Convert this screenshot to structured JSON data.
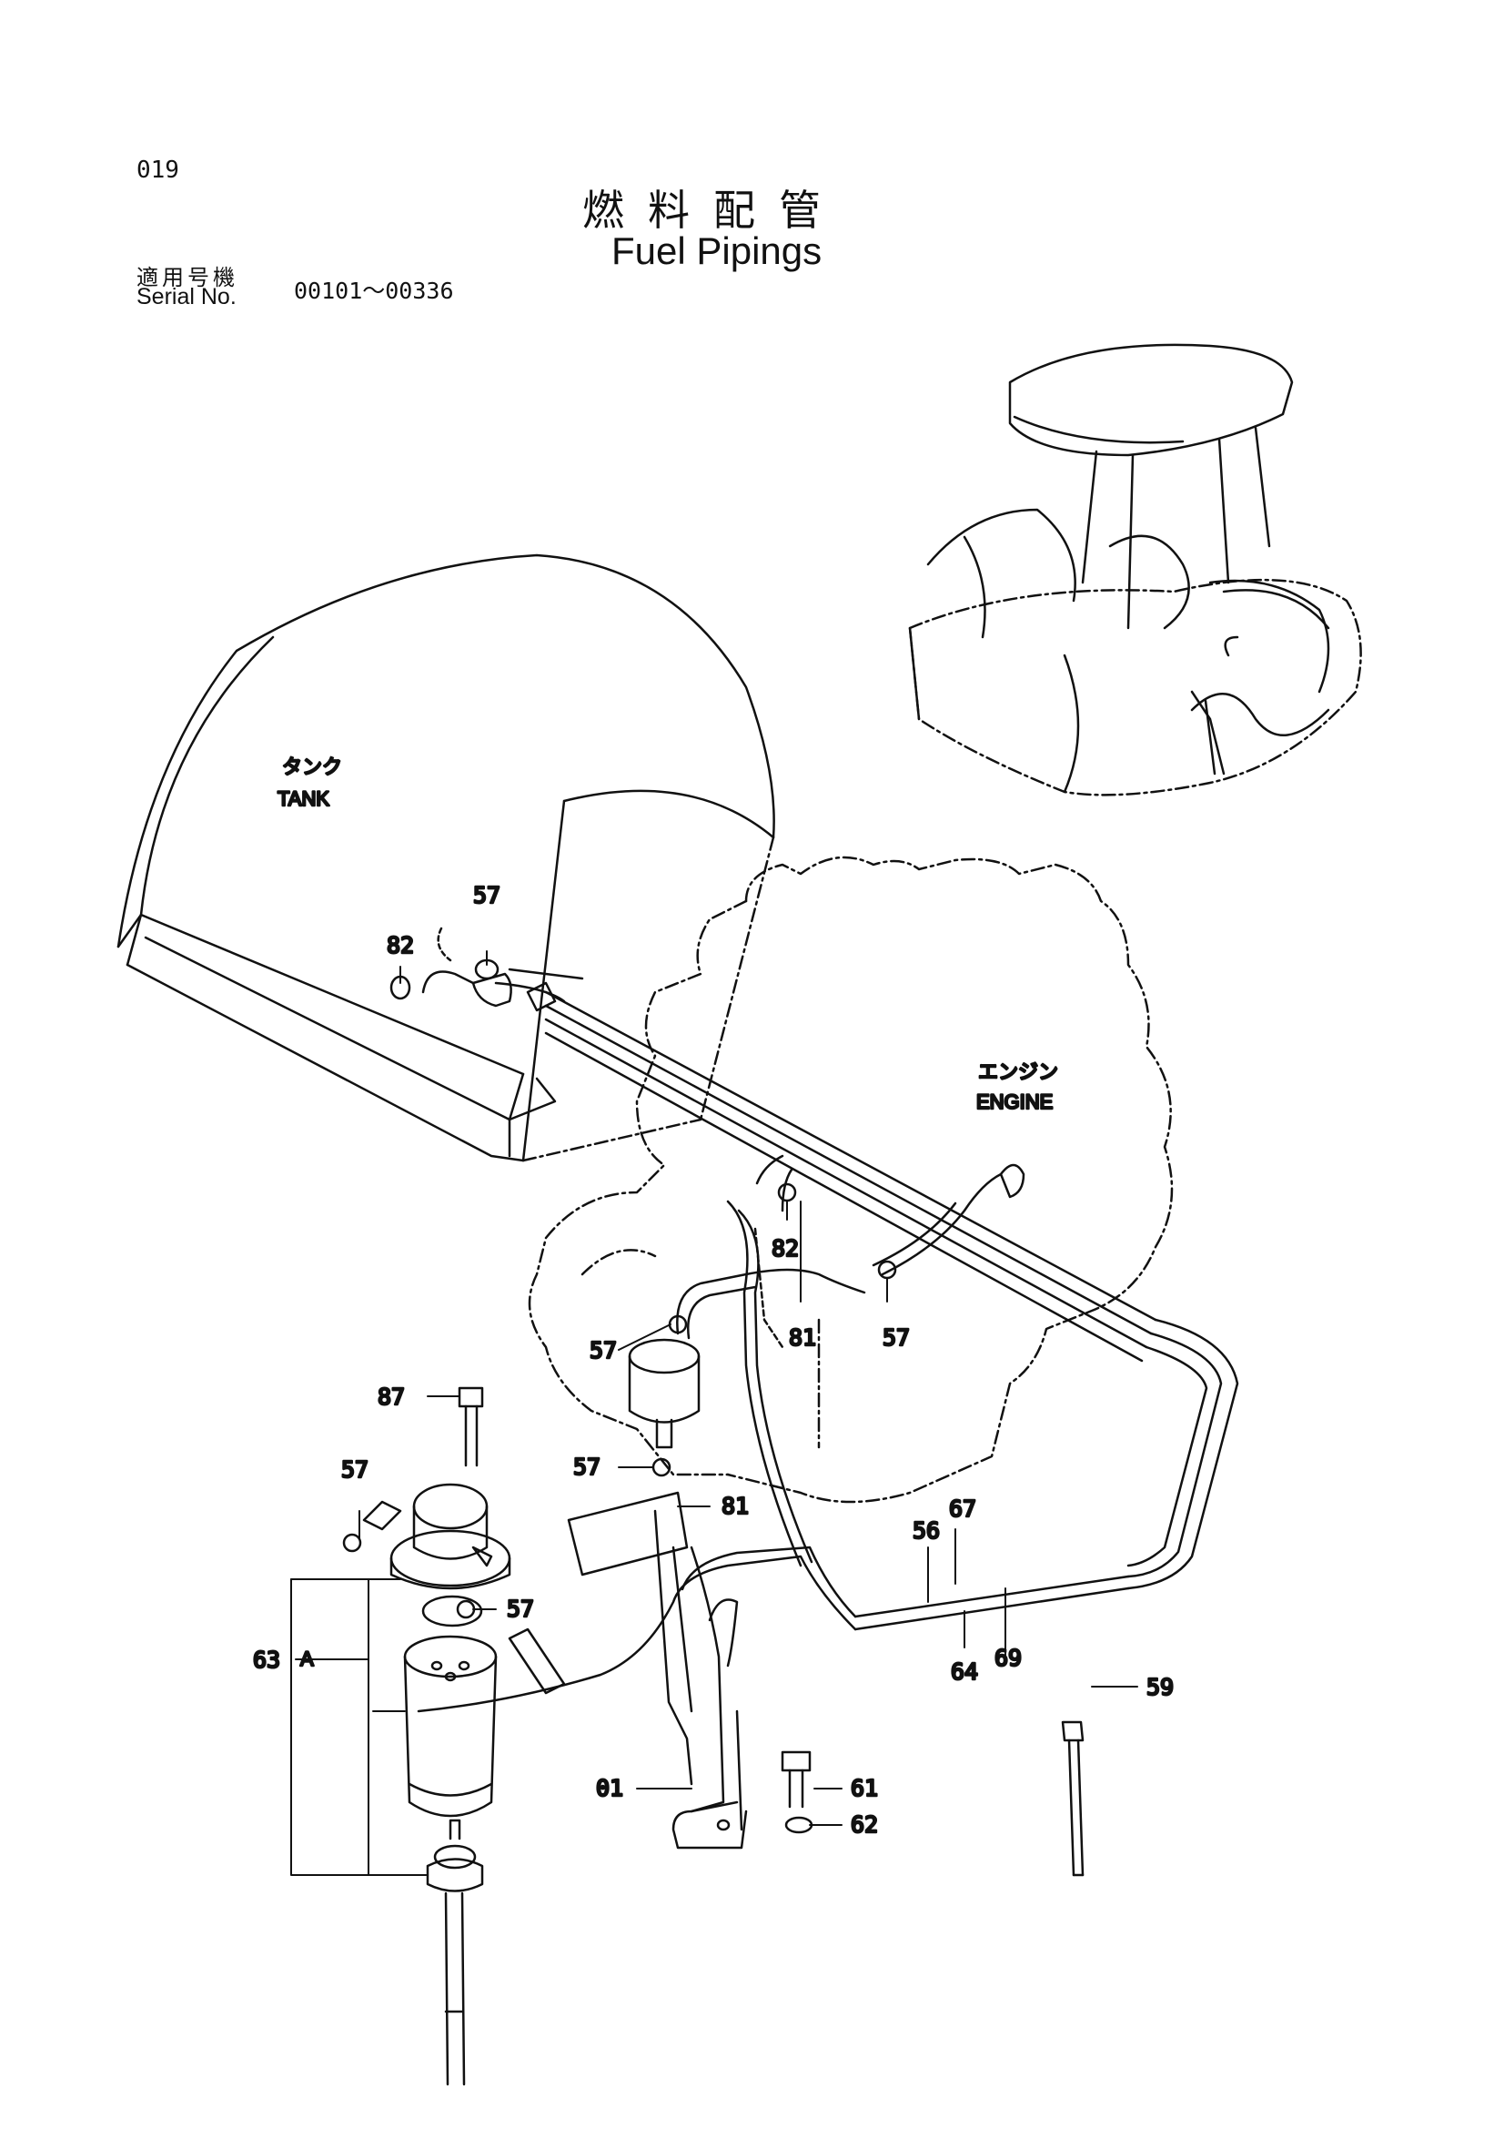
{
  "header": {
    "page_number": "019",
    "title_jp": "燃料配管",
    "title_en": "Fuel Pipings",
    "serial_label_jp": "適用号機",
    "serial_label_en": "Serial No.",
    "serial_range": "00101～00336"
  },
  "component_labels": {
    "tank_jp": "タンク",
    "tank_en": "TANK",
    "engine_jp": "エンジン",
    "engine_en": "ENGINE",
    "assembly_A": "A"
  },
  "callouts": {
    "c57_tank": "57",
    "c82_tank": "82",
    "c82_mid": "82",
    "c81_mid": "81",
    "c57_mid_right": "57",
    "c57_filter_top": "57",
    "c87": "87",
    "c57_left": "57",
    "c57_filter_bottom": "57",
    "c81_lower": "81",
    "c57_separator": "57",
    "c63": "63",
    "c56": "56",
    "c67": "67",
    "c64": "64",
    "c69": "69",
    "c59": "59",
    "c01": "01",
    "c61": "61",
    "c62": "62"
  }
}
